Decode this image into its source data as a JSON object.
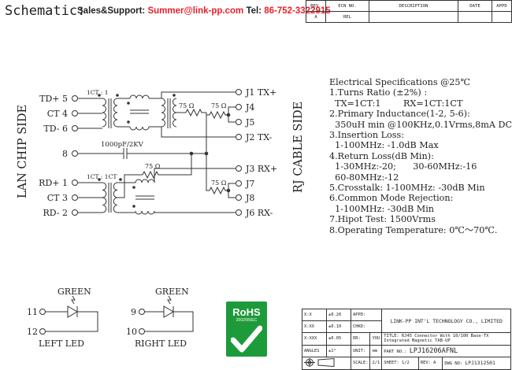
{
  "header": {
    "title": "Schematic:",
    "sales_label": "Sales&Support:",
    "email": "Summer@link-pp.com",
    "tel_label": "Tel:",
    "tel": "86-752-3322915"
  },
  "revision_table": {
    "headers": [
      "REV.",
      "ECN NO.",
      "DESCRIPTION",
      "DATE",
      "APPD"
    ],
    "row": [
      "A",
      "REL",
      "",
      "",
      ""
    ]
  },
  "side_labels": {
    "left": "LAN CHIP SIDE",
    "right": "RJ CABLE SIDE"
  },
  "lan_pins": [
    {
      "label": "TD+ 5"
    },
    {
      "label": "CT 4"
    },
    {
      "label": "TD- 6"
    },
    {
      "label": "8"
    },
    {
      "label": "RD+ 1"
    },
    {
      "label": "CT 3"
    },
    {
      "label": "RD- 2"
    }
  ],
  "rj_pins": [
    {
      "label": "J1 TX+"
    },
    {
      "label": "J4"
    },
    {
      "label": "J5"
    },
    {
      "label": "J2 TX-"
    },
    {
      "label": "J3 RX+"
    },
    {
      "label": "J7"
    },
    {
      "label": "J8"
    },
    {
      "label": "J6 RX-"
    }
  ],
  "components": {
    "ratio_tx": "1CT : 1",
    "ratio_rx": "1CT : 1CT",
    "r1": "75 Ω",
    "r2": "75 Ω",
    "r3": "75 Ω",
    "r4": "75 Ω",
    "cap": "1000pF/2KV"
  },
  "spec_lines": [
    "Electrical Specifications @25℃",
    "1.Turns Ratio (±2%) :",
    "  TX=1CT:1        RX=1CT:1CT",
    "2.Primary Inductance(1-2, 5-6):",
    "  350uH min @100KHz,0.1Vrms,8mA DC bias",
    "3.Insertion Loss:",
    "  1-100MHz: -1.0dB Max",
    "4.Return Loss(dB Min):",
    "  1-30MHz:-20;      30-60MHz:-16",
    "  60-80MHz:-12",
    "5.Crosstalk: 1-100MHz: -30dB Min",
    "6.Common Mode Rejection:",
    "  1-100MHz: -30dB Min",
    "7.Hipot Test: 1500Vrms",
    "8.Operating Temperature: 0℃～70℃."
  ],
  "leds": {
    "left": {
      "color": "GREEN",
      "pin_a": "11",
      "pin_b": "12",
      "caption": "LEFT LED"
    },
    "right": {
      "color": "GREEN",
      "pin_a": "9",
      "pin_b": "10",
      "caption": "RIGHT LED"
    }
  },
  "rohs": {
    "title": "RoHS",
    "sub": "2002/95/EC"
  },
  "title_block": {
    "tol1": [
      "X:X",
      "±0.20"
    ],
    "tol2": [
      "X:XX",
      "±0.10"
    ],
    "tol3": [
      "X:XXX",
      "±0.05"
    ],
    "angles": [
      "ANGLES",
      "±1°"
    ],
    "appd": "APPD:",
    "chkd": "CHKD:",
    "dr": "DR:",
    "dr_val": "YOU",
    "unit": "UNIT:",
    "unit_val": "mm",
    "scale": "SCALE:",
    "scale_val": "2/1",
    "company": "LINK-PP INT'L TECHNOLOGY CO., LIMITED",
    "title_label": "TITLE:",
    "title_val": "RJ45 Connector With 10/100 Base-TX Integrated Magnetic TAB-UP",
    "part_label": "PART NO.:",
    "part_val": "LPJ16206AFNL",
    "sheet": "SHEET:",
    "sheet_val": "1/2",
    "rev": "REV:",
    "rev_val": "A",
    "dwg": "DWG NO:",
    "dwg_val": "LPJ1312501"
  }
}
